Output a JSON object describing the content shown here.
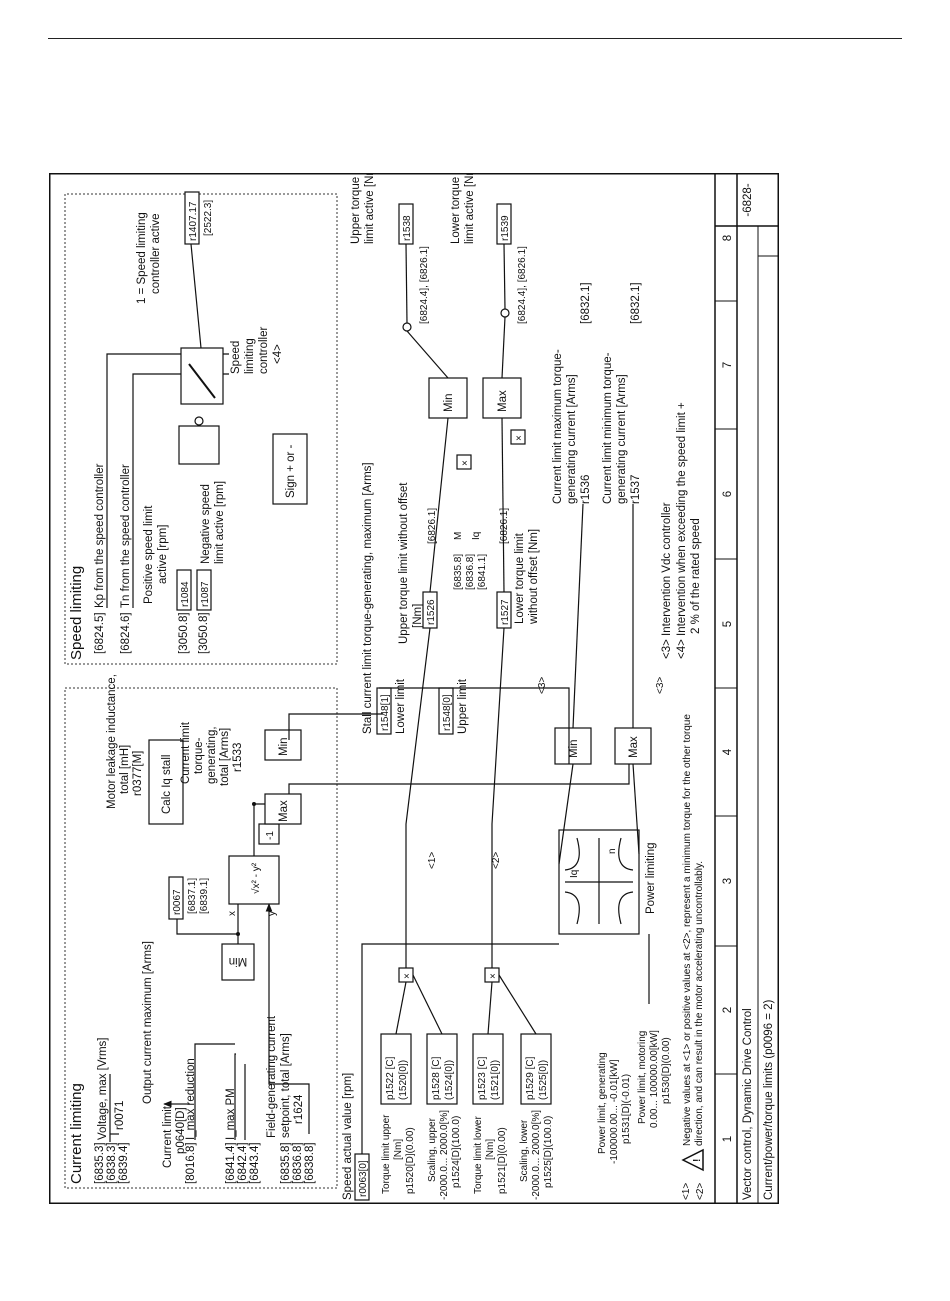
{
  "footer": {
    "title_line1": "Vector control, Dynamic Drive Control",
    "title_line2": "Current/power/torque limits (p0096 = 2)",
    "sheet_number": "-6828-",
    "columns": [
      "1",
      "2",
      "3",
      "4",
      "5",
      "6",
      "7",
      "8"
    ]
  },
  "current_limiting": {
    "title": "Current limiting",
    "voltage_refs": [
      "[6835.3]",
      "[6838.3]",
      "[6839.4]"
    ],
    "voltage_label": "Voltage, max [Vrms]",
    "voltage_param": "r0071",
    "output_current_label": "Output current maximum [Arms]",
    "output_current_param": "r0067",
    "output_current_refs": [
      "[6837.1]",
      "[6839.1]"
    ],
    "current_limit_label": "Current limit",
    "current_limit_param": "p0640[D]",
    "imax_red_ref": "[8016.8]",
    "imax_red_label": "I_max reduction",
    "imax_pm_refs": [
      "[6841.4]",
      "[6842.4]",
      "[6843.4]"
    ],
    "imax_pm_label": "I_max PM",
    "field_refs": [
      "[6835.8]",
      "[6836.8]",
      "[6838.8]"
    ],
    "field_label1": "Field-generating current",
    "field_label2": "setpoint, total [Arms]",
    "field_param": "r1624",
    "min_label": "Min",
    "sqrt_label": "√x² - y²",
    "x_label": "x",
    "y_label": "y",
    "leak_label1": "Motor leakage inductance,",
    "leak_label2": "total [mH]",
    "leak_param": "r0377[M]",
    "calc_label": "Calc Iq stall",
    "neg_label": "-1",
    "min2_label": "Min",
    "max2_label": "Max",
    "total_label1": "Current limit",
    "total_label2": "torque-",
    "total_label3": "generating,",
    "total_label4": "total [Arms]",
    "total_param": "r1533"
  },
  "speed_limiting": {
    "title": "Speed limiting",
    "kp_ref": "[6824.5]",
    "kp_label": "Kp from the speed controller",
    "tn_ref": "[6824.6]",
    "tn_label": "Tn from the speed controller",
    "pos_label1": "Positive speed limit",
    "pos_label2": "active [rpm]",
    "pos_ref": "[3050.8]",
    "pos_param": "r1084",
    "neg_ref": "[3050.8]",
    "neg_param": "r1087",
    "neg_label1": "Negative speed",
    "neg_label2": "limit active [rpm]",
    "sign_label": "Sign + or -",
    "ctrl_label1": "Speed",
    "ctrl_label2": "limiting",
    "ctrl_label3": "controller",
    "ctrl_label4": "<4>",
    "active_label1": "1 = Speed limiting",
    "active_label2": "controller active",
    "active_param": "r1407.17",
    "active_ref": "[2522.3]"
  },
  "torque": {
    "speed_actual_label": "Speed actual value [rpm]",
    "speed_actual_param": "r0063[0]",
    "tl_upper_label": "Torque limit upper",
    "tl_upper_unit": "[Nm]",
    "tl_upper_param": "p1520[D](0.00)",
    "p1522": "p1522 [C]",
    "p1522_default": "(1520[0])",
    "sc_upper_label": "Scaling, upper",
    "sc_upper_range": "-2000.0... 2000.0[%]",
    "sc_upper_param": "p1524[D](100.0)",
    "p1528": "p1528 [C]",
    "p1528_default": "(1524[0])",
    "tl_lower_label": "Torque limit lower",
    "tl_lower_unit": "[Nm]",
    "tl_lower_param": "p1521[D](0.00)",
    "p1523": "p1523 [C]",
    "p1523_default": "(1521[0])",
    "sc_lower_label": "Scaling, lower",
    "sc_lower_range": "-2000.0... 2000.0[%]",
    "sc_lower_param": "p1525[D](100.0)",
    "p1529": "p1529 [C]",
    "p1529_default": "(1525[0])",
    "pw_gen_label": "Power limit, generating",
    "pw_gen_range": "-100000.00... -0.01[kW]",
    "pw_gen_param": "p1531[D](-0.01)",
    "pw_mot_label": "Power limit, motoring",
    "pw_mot_range": "0.00... 100000.00[kW]",
    "pw_mot_param": "p1530[D](0.00)",
    "power_label": "Power limiting",
    "iq": "Iq",
    "n": "n",
    "mark1": "<1>",
    "mark2": "<2>",
    "stall_label": "Stall current limit torque-generating, maximum [Arms]",
    "stall_lower_param": "r1548[1]",
    "stall_lower_label": "Lower limit",
    "stall_upper_param": "r1548[0]",
    "stall_upper_label": "Upper limit",
    "min_label": "Min",
    "max_label": "Max",
    "mark3": "<3>",
    "upper_wo_label1": "Upper torque limit without offset",
    "upper_wo_label2": "[Nm]",
    "upper_wo_param": "r1526",
    "upper_wo_ref": "[6826.1]",
    "m_refs": [
      "[6835.8]",
      "[6836.8]",
      "[6841.1]"
    ],
    "m_label": "M",
    "iq_label": "Iq",
    "lower_wo_param": "r1527",
    "lower_wo_ref": "[6826.1]",
    "lower_wo_label1": "Lower torque limit",
    "lower_wo_label2": "without offset [Nm]",
    "mul": "×",
    "min3": "Min",
    "max3": "Max",
    "upper_act_label1": "Upper torque",
    "upper_act_label2": "limit active [Nm]",
    "upper_act_param": "r1538",
    "upper_act_ref": "[6824.4], [6826.1]",
    "lower_act_label1": "Lower torque",
    "lower_act_label2": "limit active [Nm]",
    "lower_act_param": "r1539",
    "lower_act_ref": "[6824.4], [6826.1]",
    "cl_max_label1": "Current limit maximum torque-",
    "cl_max_label2": "generating current [Arms]",
    "cl_max_param": "r1536",
    "cl_max_ref": "[6832.1]",
    "cl_min_label1": "Current limit minimum torque-",
    "cl_min_label2": "generating current [Arms]",
    "cl_min_param": "r1537",
    "cl_min_ref": "[6832.1]"
  },
  "notes": {
    "n3": "<3> Intervention Vdc controller",
    "n4a": "<4> Intervention when exceeding the speed limit +",
    "n4b": "2 % of the rated speed",
    "w_marks": "<1>",
    "w_marks2": "<2>",
    "w_line1": "Negative values at <1> or positive values at <2>, represent a minimum torque for the other torque",
    "w_line2": "direction, and can result in the motor accelerating uncontrollably."
  }
}
